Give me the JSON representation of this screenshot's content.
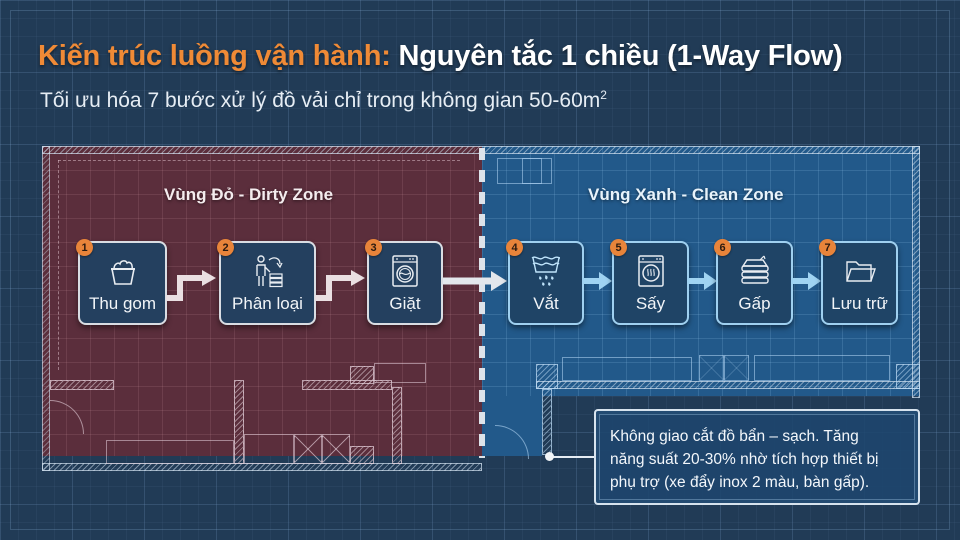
{
  "header": {
    "title_accent": "Kiến trúc luồng vận hành:",
    "title_main": "Nguyên tắc 1 chiều (1-Way Flow)",
    "subtitle": "Tối ưu hóa 7 bước xử lý đồ vải chỉ trong không gian 50-60m",
    "subtitle_sup": "2"
  },
  "zones": {
    "dirty": {
      "label": "Vùng Đỏ - Dirty Zone",
      "color": "#5b2e3c"
    },
    "clean": {
      "label": "Vùng Xanh - Clean Zone",
      "color": "#22598a"
    }
  },
  "steps": [
    {
      "number": "1",
      "label": "Thu gom",
      "icon": "laundry-basket-icon",
      "zone": "dirty"
    },
    {
      "number": "2",
      "label": "Phân loại",
      "icon": "person-sorting-icon",
      "zone": "dirty"
    },
    {
      "number": "3",
      "label": "Giặt",
      "icon": "washing-machine-icon",
      "zone": "dirty"
    },
    {
      "number": "4",
      "label": "Vắt",
      "icon": "water-drain-icon",
      "zone": "clean"
    },
    {
      "number": "5",
      "label": "Sấy",
      "icon": "dryer-icon",
      "zone": "clean"
    },
    {
      "number": "6",
      "label": "Gấp",
      "icon": "folded-stack-icon",
      "zone": "clean"
    },
    {
      "number": "7",
      "label": "Lưu trữ",
      "icon": "folder-icon",
      "zone": "clean"
    }
  ],
  "note": {
    "lines": [
      "Không giao cắt đồ bẩn – sạch. Tăng",
      "năng suất 20-30% nhờ tích hợp thiết bị",
      "phụ trợ (xe đẩy inox 2 màu, bàn gấp)."
    ]
  },
  "colors": {
    "accent": "#ef8a36",
    "badge": "#e8843a",
    "background": "#213b56"
  }
}
